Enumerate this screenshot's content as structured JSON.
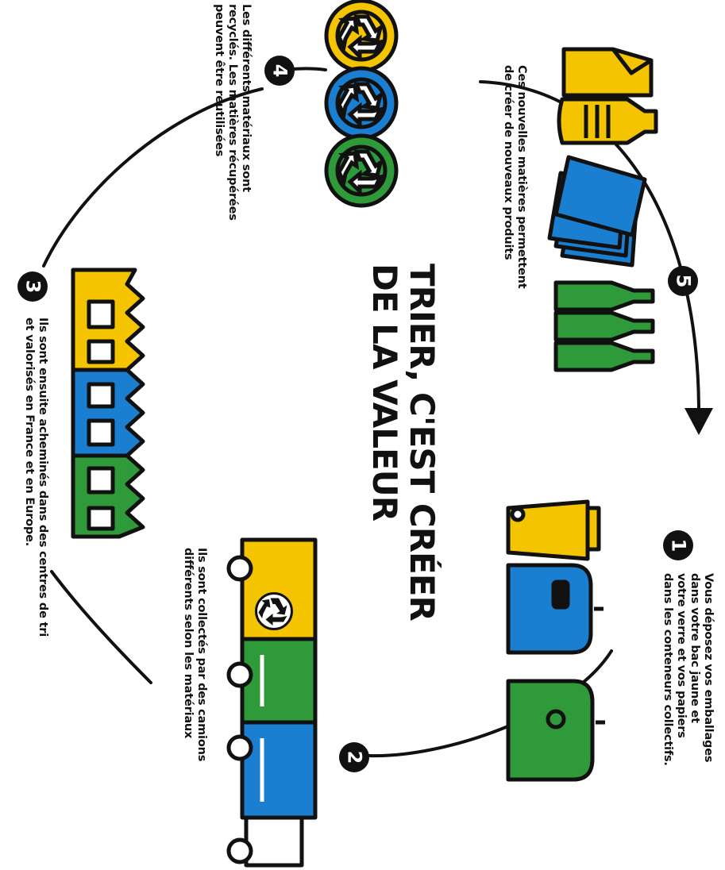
{
  "title": {
    "line1": "TRIER, C'EST CRÉER",
    "line2": "DE LA VALEUR"
  },
  "steps": [
    {
      "number": "1",
      "lines": [
        "Vous déposez vos emballages",
        "dans votre bac jaune et",
        "votre verre et vos papiers",
        "dans les conteneurs collectifs."
      ]
    },
    {
      "number": "2",
      "lines": [
        "Ils sont collectés par des camions",
        "différents selon les matériaux"
      ]
    },
    {
      "number": "3",
      "lines": [
        "Ils sont ensuite acheminés dans des centres de tri",
        "et valorisés en France et en Europe."
      ]
    },
    {
      "number": "4",
      "lines": [
        "Les différents matériaux sont",
        "recyclés. Les matières récupérées",
        "peuvent être réutilisées"
      ]
    },
    {
      "number": "5",
      "lines": [
        "Ces nouvelles matières permettent",
        "de créer de nouveaux produits"
      ]
    }
  ],
  "colors": {
    "yellow": "#f5c400",
    "blue": "#1a7fd0",
    "green": "#2e9a3a",
    "ink": "#111111"
  },
  "icons": [
    "recycling-symbol-icon",
    "yellow-bin-icon",
    "blue-container-icon",
    "green-container-icon",
    "collection-truck-icon",
    "sorting-center-icon",
    "carton-icon",
    "plastic-bottle-icon",
    "paper-sheets-icon",
    "glass-bottle-icon"
  ]
}
